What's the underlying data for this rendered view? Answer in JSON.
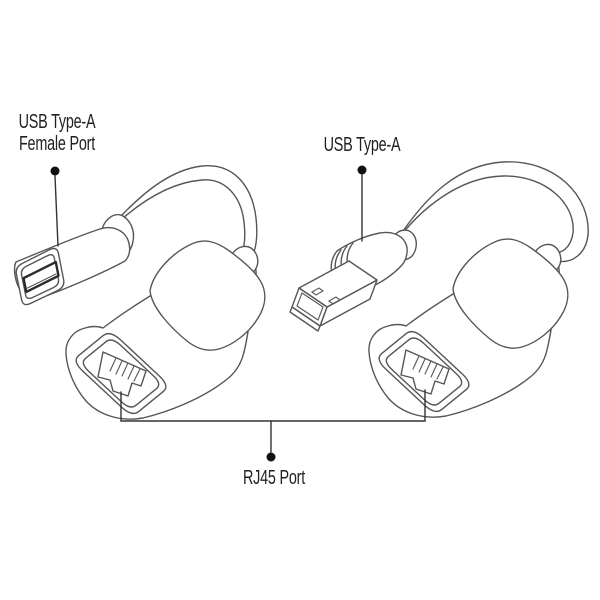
{
  "diagram": {
    "labels": {
      "usb_female_line1": "USB Type-A",
      "usb_female_line2": "Female Port",
      "usb_male": "USB Type-A",
      "rj45": "RJ45 Port"
    },
    "colors": {
      "background": "#ffffff",
      "line": "#565656",
      "socket_line": "#2b2b2b",
      "callout_line": "#333333",
      "dot": "#111111",
      "text": "#212121"
    }
  }
}
